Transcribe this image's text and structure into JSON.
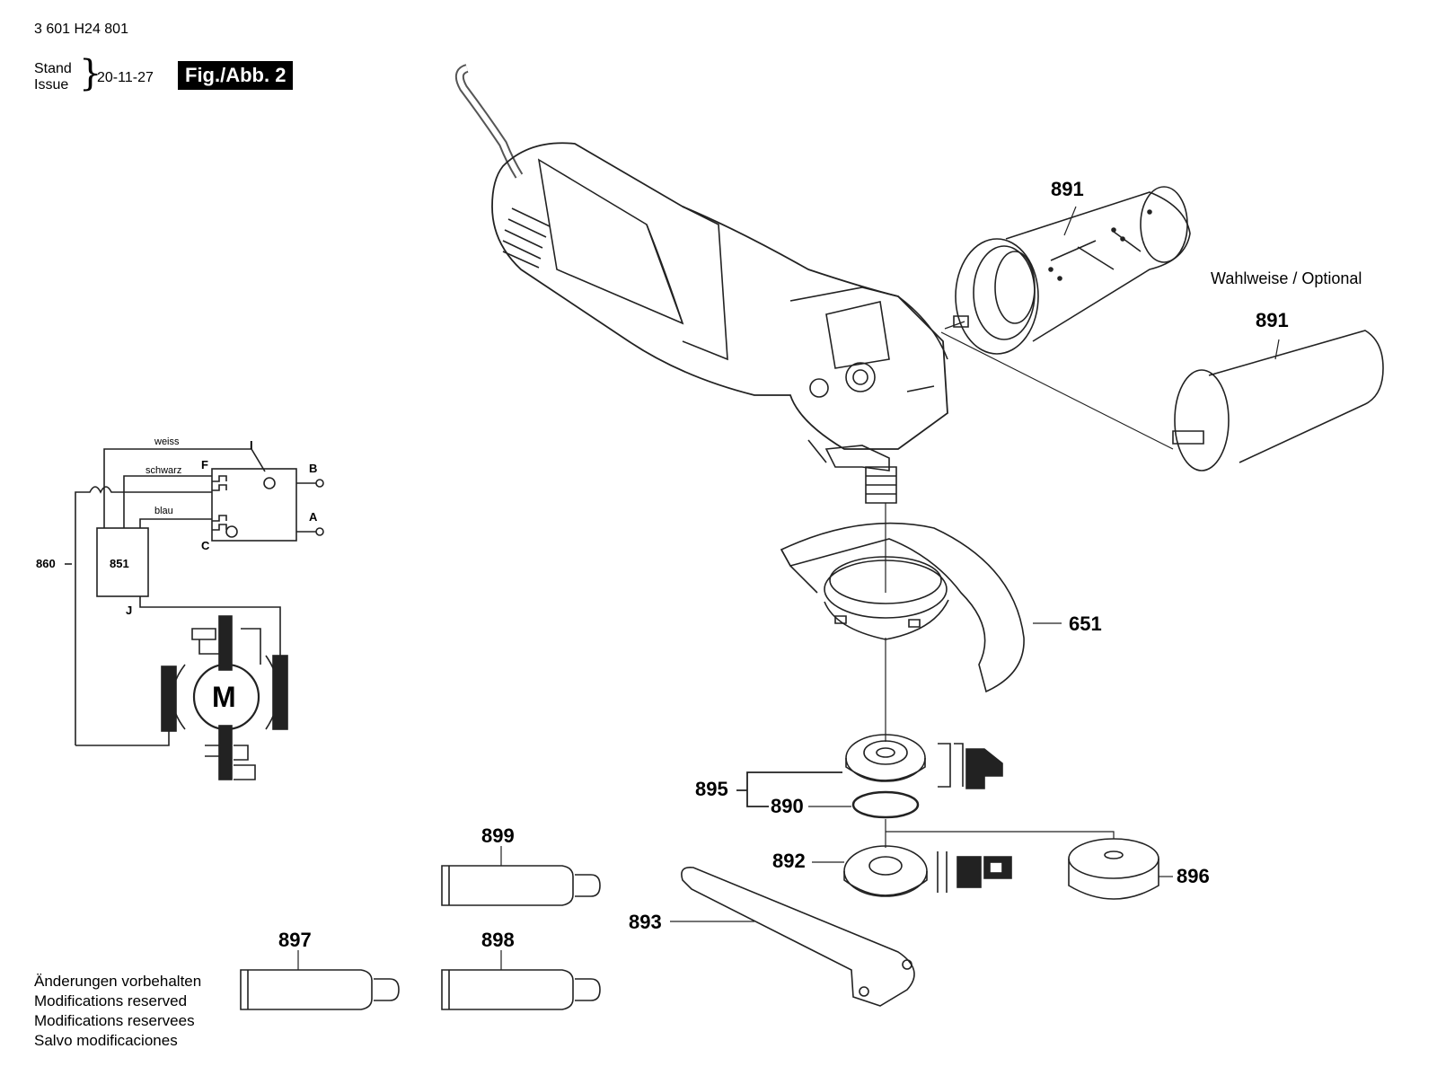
{
  "header": {
    "document_number": "3 601 H24 801",
    "stand_label": "Stand",
    "issue_label": "Issue",
    "date": "20-11-27",
    "figure_label": "Fig./Abb. 2"
  },
  "optional_label": "Wahlweise / Optional",
  "parts": {
    "p891a": "891",
    "p891b": "891",
    "p651": "651",
    "p895": "895",
    "p890": "890",
    "p892": "892",
    "p896": "896",
    "p893": "893",
    "p899": "899",
    "p897": "897",
    "p898": "898"
  },
  "wiring": {
    "weiss": "weiss",
    "schwarz": "schwarz",
    "blau": "blau",
    "F": "F",
    "C": "C",
    "B": "B",
    "A": "A",
    "I": "I",
    "J": "J",
    "motor": "M",
    "ref_860": "860",
    "ref_851": "851"
  },
  "notes": [
    "Änderungen vorbehalten",
    "Modifications reserved",
    "Modifications reservees",
    "Salvo modificaciones"
  ]
}
